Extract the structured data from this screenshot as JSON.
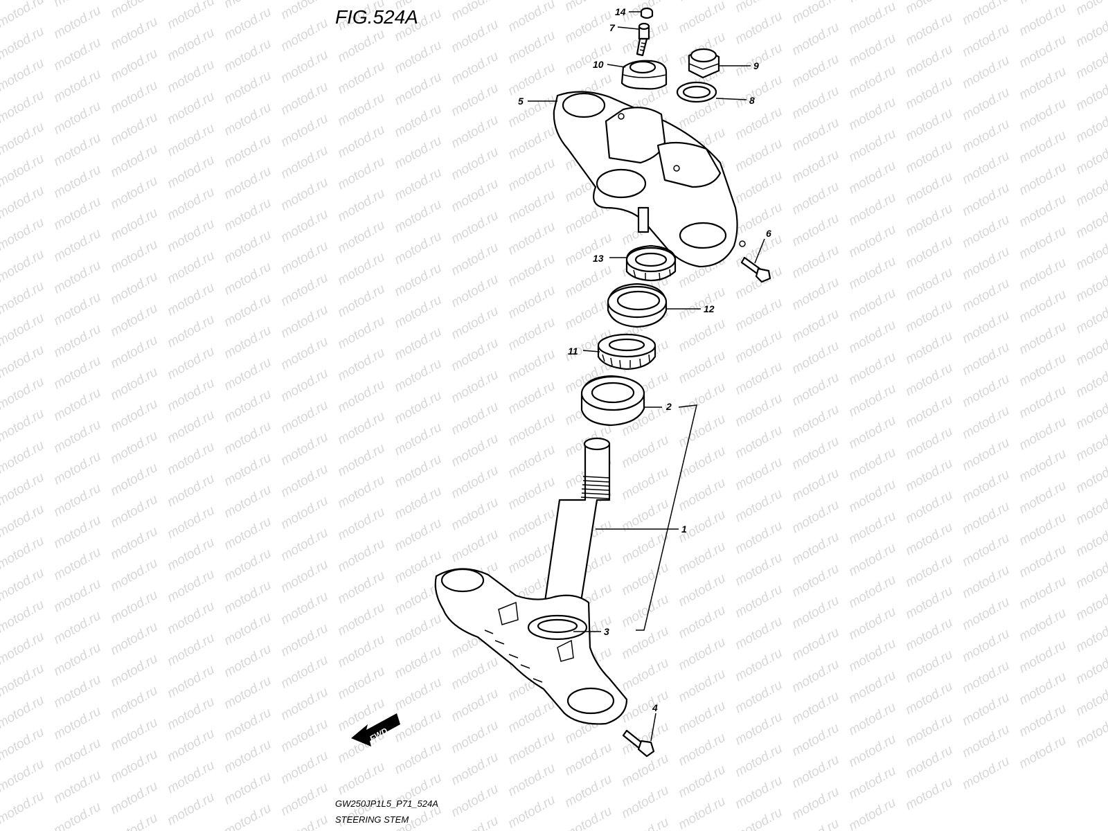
{
  "figure": {
    "title": "FIG.524A",
    "watermark": "motod.ru",
    "footer_code": "GW250JP1L5_P71_524A",
    "footer_name": "STEERING STEM",
    "fwd_label": "FWD"
  },
  "callouts": [
    {
      "id": "callout-14",
      "label": "14"
    },
    {
      "id": "callout-7",
      "label": "7"
    },
    {
      "id": "callout-10",
      "label": "10"
    },
    {
      "id": "callout-9",
      "label": "9"
    },
    {
      "id": "callout-8",
      "label": "8"
    },
    {
      "id": "callout-5",
      "label": "5"
    },
    {
      "id": "callout-6",
      "label": "6"
    },
    {
      "id": "callout-13",
      "label": "13"
    },
    {
      "id": "callout-12",
      "label": "12"
    },
    {
      "id": "callout-11",
      "label": "11"
    },
    {
      "id": "callout-2",
      "label": "2"
    },
    {
      "id": "callout-1",
      "label": "1"
    },
    {
      "id": "callout-3",
      "label": "3"
    },
    {
      "id": "callout-4",
      "label": "4"
    }
  ]
}
